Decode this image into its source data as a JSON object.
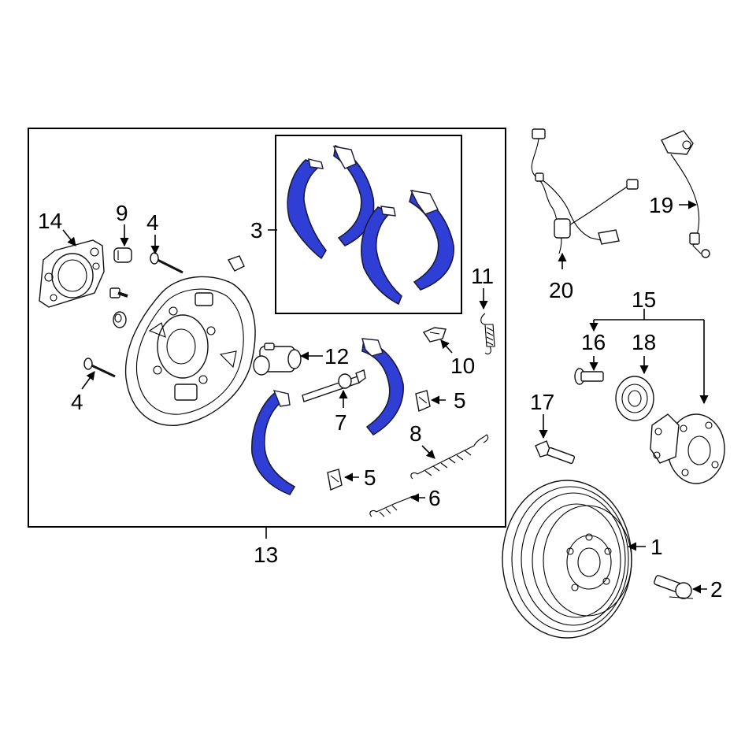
{
  "colors": {
    "highlight": "#2f3fd6",
    "line": "#000000",
    "background": "#ffffff"
  },
  "callouts": {
    "c1": "1",
    "c2": "2",
    "c3": "3",
    "c4a": "4",
    "c4b": "4",
    "c5a": "5",
    "c5b": "5",
    "c6": "6",
    "c7": "7",
    "c8": "8",
    "c9": "9",
    "c10": "10",
    "c11": "11",
    "c12": "12",
    "c13": "13",
    "c14": "14",
    "c15": "15",
    "c16": "16",
    "c17": "17",
    "c18": "18",
    "c19": "19",
    "c20": "20"
  }
}
